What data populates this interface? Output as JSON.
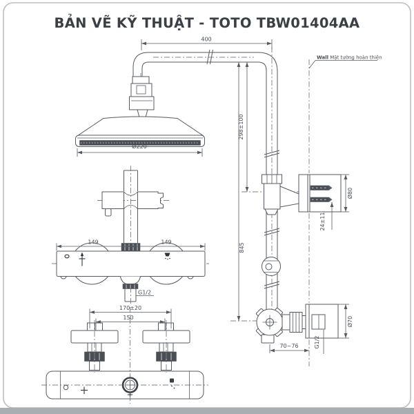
{
  "title": "BẢN VẼ KỸ THUẬT - TOTO TBW01404AA",
  "annotations": {
    "wall_en": "Wall",
    "wall_vi": " Mặt tường hoàn thiện"
  },
  "dimensions": {
    "arm_length": "400",
    "head_diameter": "Ø220",
    "pipe_drop": "298±100",
    "column_height": "845",
    "bracket_diameter": "Ø80",
    "bracket_screw_depth": "24±11",
    "mixer_left": "149",
    "mixer_right": "149",
    "outlet_thread": "G1/2",
    "supply_range": "170±20",
    "supply_spacing": "150",
    "wall_offset": "70~76",
    "flange_diameter": "Ø70",
    "inlet_thread": "G1/2"
  },
  "colors": {
    "line": "#565a60",
    "title_text": "#3b4047",
    "card_border": "#b9bdc2",
    "bottom_bar": "#a9aeb4"
  }
}
